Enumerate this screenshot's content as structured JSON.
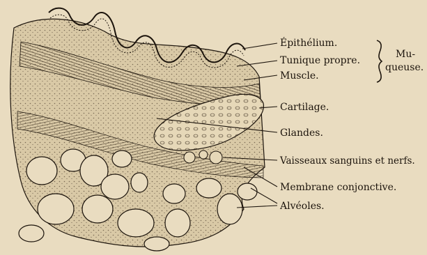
{
  "labels": {
    "epithelium": "Épithélium.",
    "tunique": "Tunique propre.",
    "muscle": "Muscle.",
    "cartilage": "Cartilage.",
    "glandes": "Glandes.",
    "vaisseaux": "Vaisseaux sanguins et nerfs.",
    "membrane": "Membrane conjonctive.",
    "alveoles": "Alvéoles.",
    "muqueuse_line1": "Mu-",
    "muqueuse_line2": "queuse."
  },
  "colors": {
    "paper": "#e9dcc0",
    "ink": "#1c140c",
    "tissue": "#d9c9a6"
  }
}
